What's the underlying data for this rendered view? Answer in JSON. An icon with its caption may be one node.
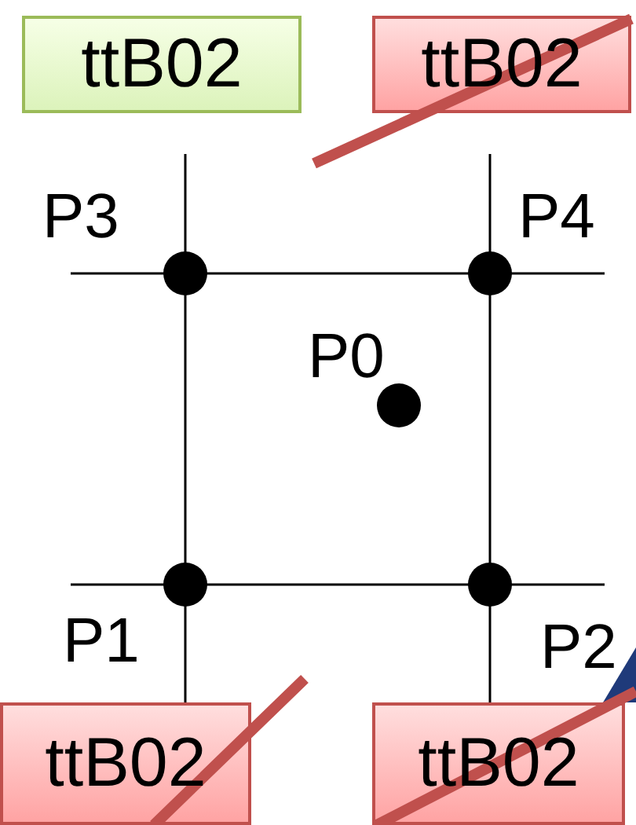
{
  "diagram": {
    "nodes": [
      {
        "text": [
          "ttB02"
        ]
      },
      {
        "text": [
          "ttB02"
        ]
      },
      {
        "text": [
          "ttB02"
        ]
      },
      {
        "text": [
          "ttB02"
        ]
      }
    ],
    "labels": [
      "P3",
      "P4",
      "P0",
      "P1",
      "P2"
    ]
  }
}
